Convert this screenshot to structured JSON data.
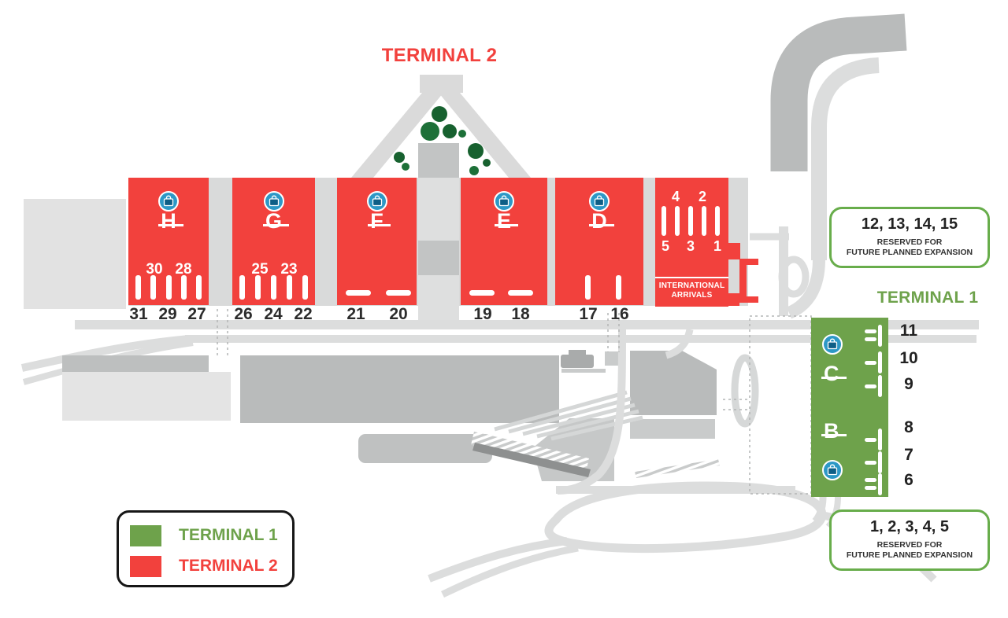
{
  "colors": {
    "terminal1_green": "#6ea24b",
    "terminal2_red": "#f2413d",
    "tree_green": "#17612f",
    "baggage_blue": "#2d98c6"
  },
  "titles": {
    "terminal2": "TERMINAL 2",
    "terminal1": "TERMINAL 1"
  },
  "terminal2": {
    "concourses": [
      {
        "letter": "H",
        "inner_gates": [
          "30",
          "28"
        ],
        "gates": [
          "31",
          "29",
          "27"
        ]
      },
      {
        "letter": "G",
        "inner_gates": [
          "25",
          "23"
        ],
        "gates": [
          "26",
          "24",
          "22"
        ]
      },
      {
        "letter": "F",
        "gates": [
          "21",
          "20"
        ]
      },
      {
        "letter": "E",
        "gates": [
          "19",
          "18"
        ]
      },
      {
        "letter": "D",
        "gates": [
          "17",
          "16"
        ]
      }
    ],
    "international": {
      "gates_top": [
        "4",
        "2"
      ],
      "gates_bottom": [
        "5",
        "3",
        "1"
      ],
      "label_line1": "INTERNATIONAL",
      "label_line2": "ARRIVALS"
    }
  },
  "terminal1": {
    "zones": [
      "C",
      "B"
    ],
    "gates": [
      "11",
      "10",
      "9",
      "8",
      "7",
      "6"
    ]
  },
  "callouts": {
    "north": {
      "gates": "12, 13, 14, 15",
      "line1": "RESERVED FOR",
      "line2": "FUTURE PLANNED EXPANSION"
    },
    "south": {
      "gates": "1, 2, 3, 4, 5",
      "line1": "RESERVED FOR",
      "line2": "FUTURE PLANNED EXPANSION"
    }
  },
  "legend": {
    "items": [
      {
        "label": "TERMINAL 1"
      },
      {
        "label": "TERMINAL 2"
      }
    ]
  },
  "icons": {
    "baggage_claim": "suitcase-in-blue-circle",
    "gate_marker": "white-T-stand",
    "tree": "dark-green-circle"
  }
}
